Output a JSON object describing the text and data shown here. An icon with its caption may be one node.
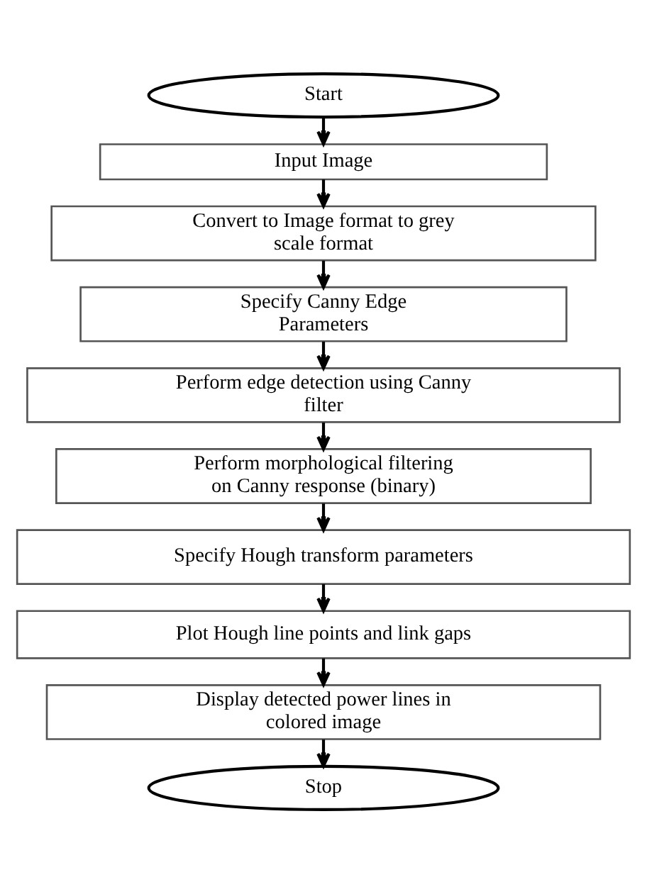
{
  "diagram": {
    "nodes": [
      {
        "text": [
          "Start"
        ]
      },
      {
        "text": [
          "Input Image"
        ]
      },
      {
        "text": [
          "Convert to Image format to grey scale format"
        ]
      },
      {
        "text": [
          "Specify Canny Edge Parameters"
        ]
      },
      {
        "text": [
          "Perform edge detection using Canny filter"
        ]
      },
      {
        "text": [
          "Perform morphological filtering on Canny response (binary)"
        ]
      },
      {
        "text": [
          "Specify Hough transform parameters"
        ]
      },
      {
        "text": [
          "Plot Hough line points and link gaps"
        ]
      },
      {
        "text": [
          "Display detected power lines in colored image"
        ]
      },
      {
        "text": [
          "Stop"
        ]
      }
    ],
    "edges": [
      {
        "from": 0,
        "to": 1,
        "arrow": "to"
      },
      {
        "from": 1,
        "to": 2,
        "arrow": "to"
      },
      {
        "from": 2,
        "to": 3,
        "arrow": "to"
      },
      {
        "from": 3,
        "to": 4,
        "arrow": "to"
      },
      {
        "from": 4,
        "to": 5,
        "arrow": "to"
      },
      {
        "from": 5,
        "to": 6,
        "arrow": "to"
      },
      {
        "from": 6,
        "to": 7,
        "arrow": "to"
      },
      {
        "from": 7,
        "to": 8,
        "arrow": "to"
      },
      {
        "from": 8,
        "to": 9,
        "arrow": "to"
      }
    ]
  }
}
